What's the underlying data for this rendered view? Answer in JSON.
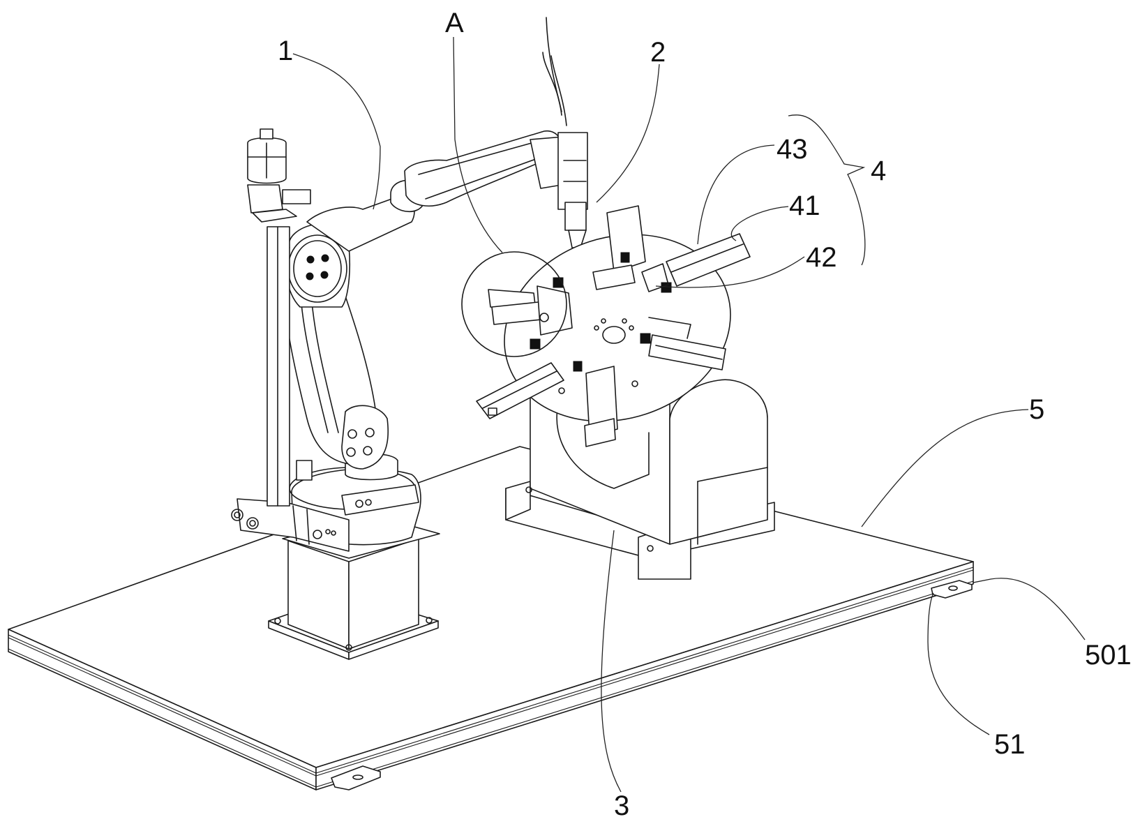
{
  "figure": {
    "type": "patent-perspective-drawing",
    "subject": "robotic welding workstation with rotary positioner"
  },
  "labels": [
    {
      "id": "1",
      "text": "1",
      "refers_to": "industrial robot arm"
    },
    {
      "id": "A",
      "text": "A",
      "refers_to": "detail circle region"
    },
    {
      "id": "2",
      "text": "2",
      "refers_to": "welding torch"
    },
    {
      "id": "43",
      "text": "43",
      "refers_to": "clamp component"
    },
    {
      "id": "4",
      "text": "4",
      "refers_to": "fixture assembly (bracketed 41-43)"
    },
    {
      "id": "41",
      "text": "41",
      "refers_to": "cylinder component"
    },
    {
      "id": "42",
      "text": "42",
      "refers_to": "clamp block component"
    },
    {
      "id": "5",
      "text": "5",
      "refers_to": "base platform"
    },
    {
      "id": "501",
      "text": "501",
      "refers_to": "mounting lug hole"
    },
    {
      "id": "51",
      "text": "51",
      "refers_to": "mounting lug"
    },
    {
      "id": "3",
      "text": "3",
      "refers_to": "rotary positioner"
    }
  ]
}
